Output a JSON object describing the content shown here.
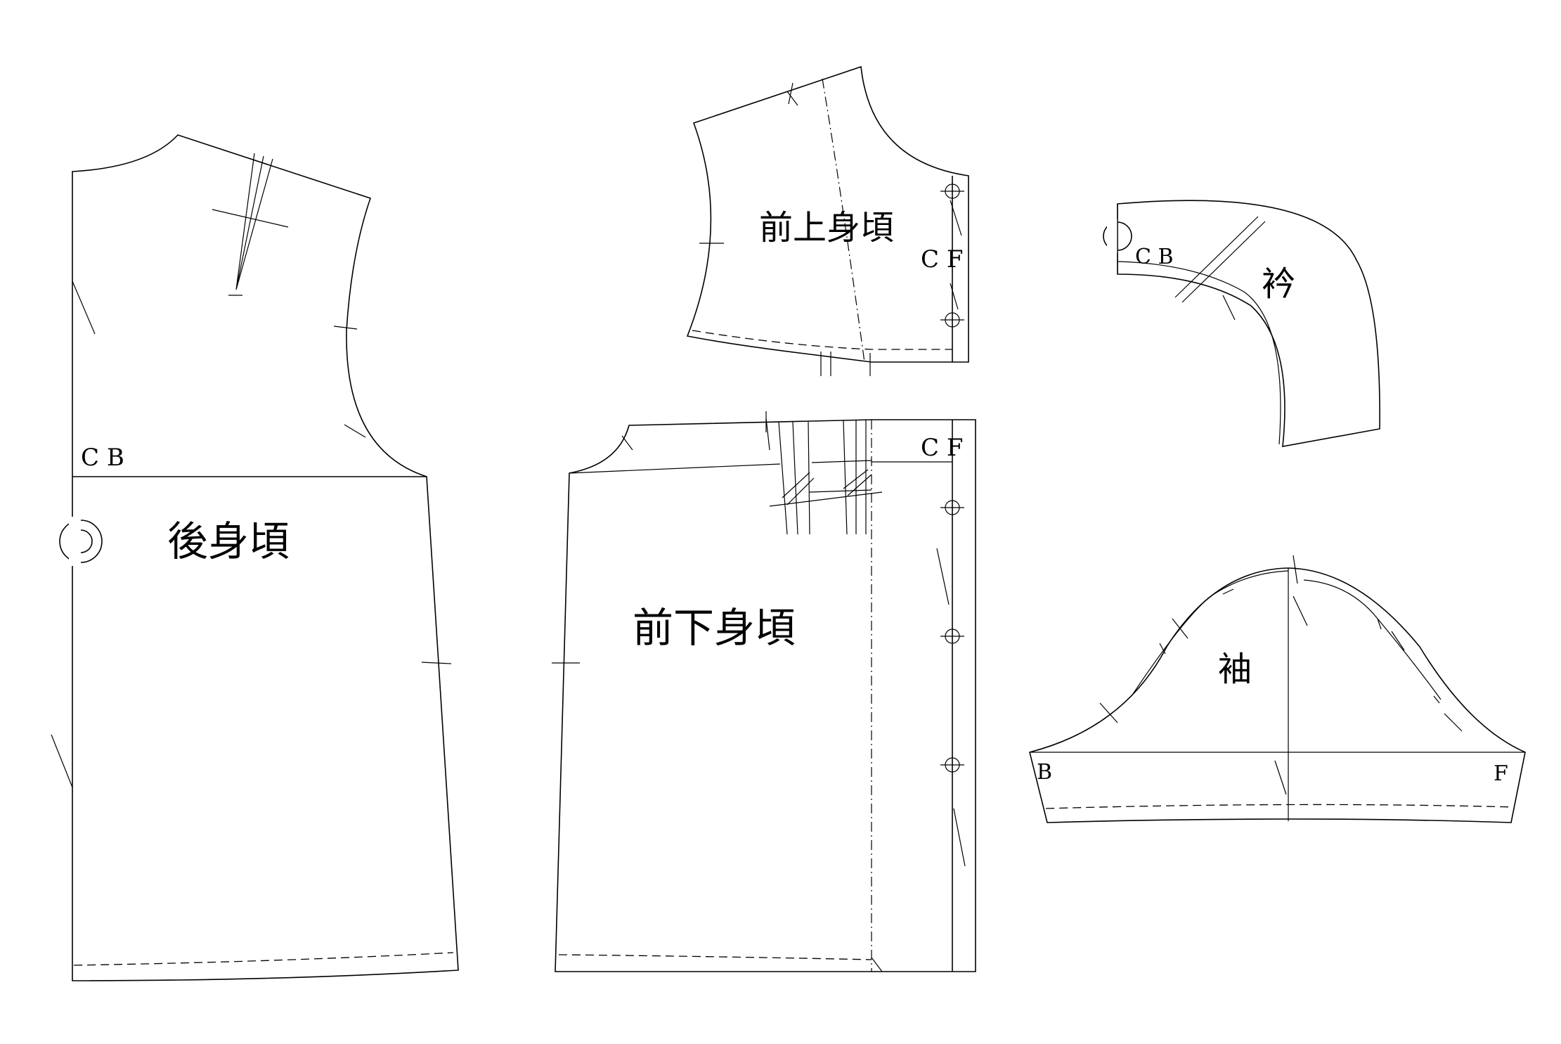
{
  "pieces": {
    "back_bodice": {
      "name": "後身頃",
      "cb_label": "C B"
    },
    "front_upper": {
      "name": "前上身頃",
      "cf_label": "C F"
    },
    "front_lower": {
      "name": "前下身頃",
      "cf_label": "C F"
    },
    "collar": {
      "name": "衿",
      "cb_label": "C B"
    },
    "sleeve": {
      "name": "袖",
      "back_label": "B",
      "front_label": "F"
    }
  }
}
